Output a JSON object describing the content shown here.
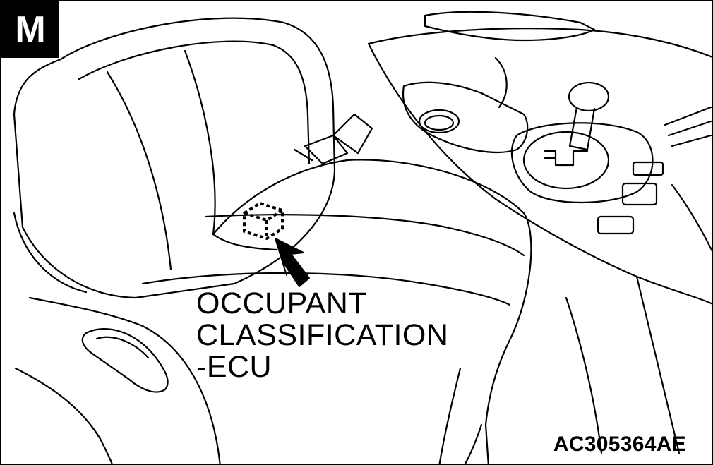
{
  "badge": {
    "letter": "M"
  },
  "callout": {
    "lines": [
      "OCCUPANT",
      "CLASSIFICATION",
      "-ECU"
    ]
  },
  "figure_code": "AC305364AE",
  "icons": {
    "badge": "mode-badge-icon",
    "arrow": "pointer-arrow-icon",
    "ecu": "ecu-box-icon"
  },
  "colors": {
    "ink": "#000000",
    "paper": "#ffffff"
  }
}
